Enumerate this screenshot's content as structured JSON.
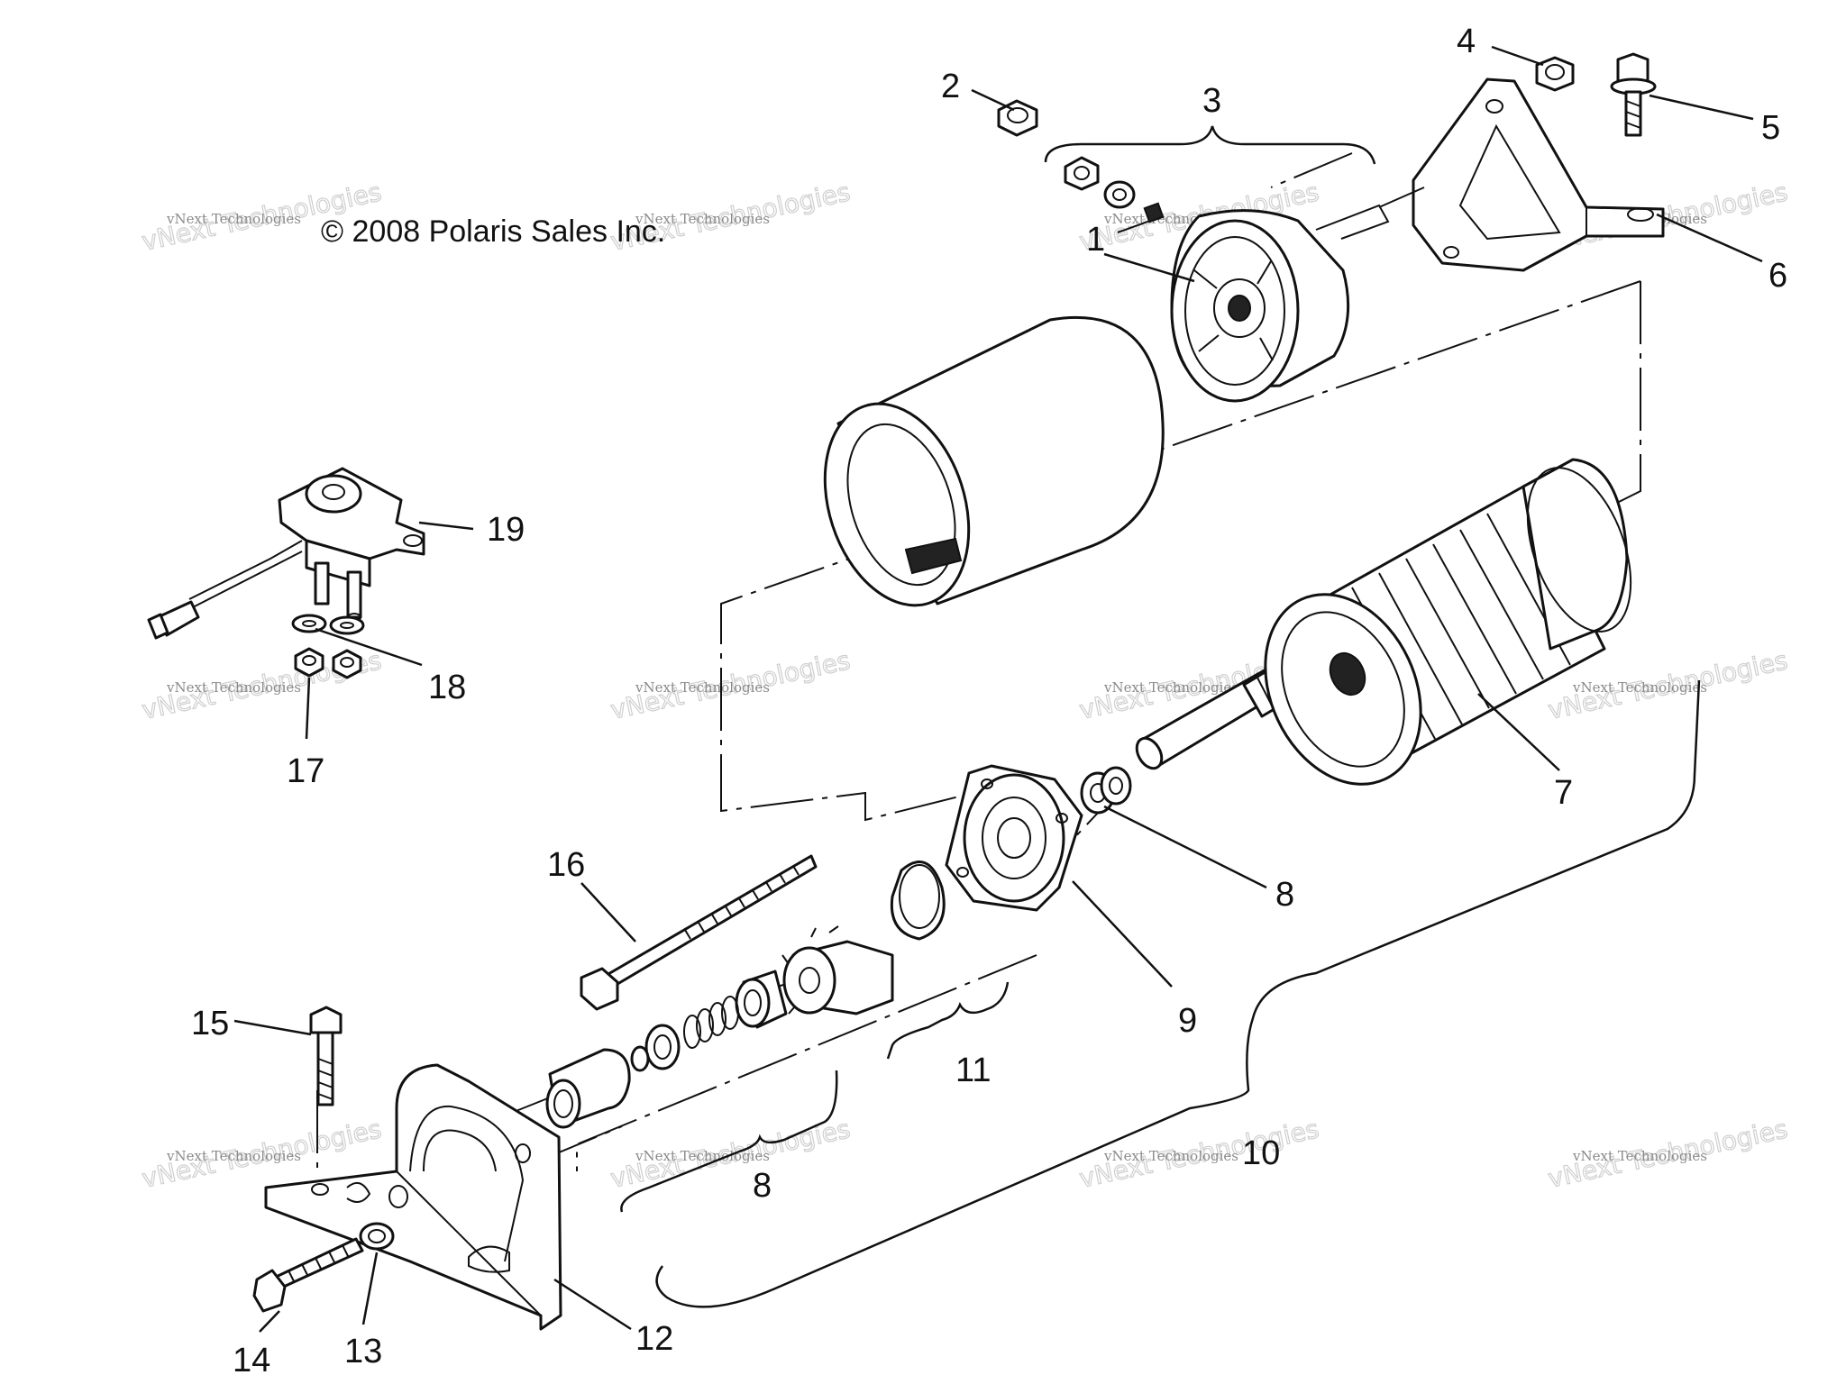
{
  "copyright": "© 2008 Polaris Sales Inc.",
  "watermark": {
    "small": "vNext Technologies",
    "large": "vNext Technologies"
  },
  "callouts": {
    "c1": "1",
    "c2": "2",
    "c3": "3",
    "c4": "4",
    "c5": "5",
    "c6": "6",
    "c7": "7",
    "c8a": "8",
    "c8b": "8",
    "c9": "9",
    "c10": "10",
    "c11": "11",
    "c12": "12",
    "c13": "13",
    "c14": "14",
    "c15": "15",
    "c16": "16",
    "c17": "17",
    "c18": "18",
    "c19": "19"
  }
}
